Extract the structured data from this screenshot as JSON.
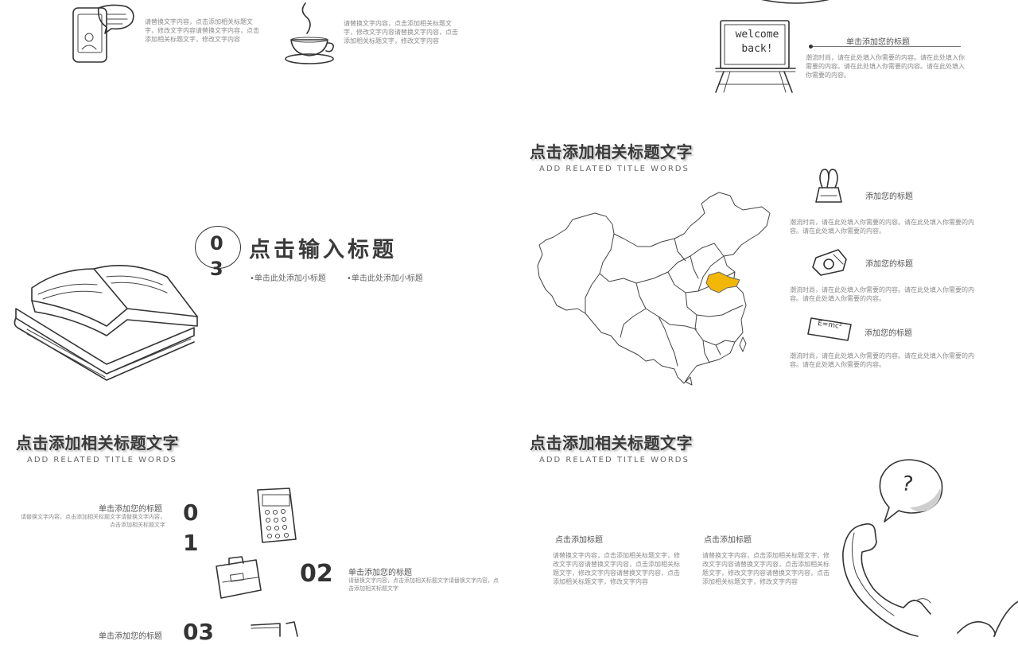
{
  "colors": {
    "accent": "#f2b705",
    "ink": "#333333",
    "text_gray": "#8a8a8a"
  },
  "panel_top_left": {
    "item1_text": "请替换文字内容，点击添加相关标题文字，修改文字内容请替换文字内容，点击添加相关标题文字，修改文字内容",
    "item2_text": "请替换文字内容，点击添加相关标题文字，修改文字内容请替换文字内容，点击添加相关标题文字，修改文字内容"
  },
  "panel_top_right": {
    "board_text": "welcome back!",
    "heading": "单击添加您的标题",
    "body": "潮流时尚，请在此处填入你需要的内容。请在此处填入你需要的内容。请在此处填入你需要的内容。请在此处填入你需要的内容。"
  },
  "section03": {
    "number": "03",
    "title": "点击输入标题",
    "sub1": "•单击此处添加小标题",
    "sub2": "•单击此处添加小标题"
  },
  "map_panel": {
    "title": "点击添加相关标题文字",
    "subtitle": "ADD RELATED TITLE WORDS",
    "items": [
      {
        "label": "添加您的标题",
        "body": "潮流时尚，请在此处填入你需要的内容。请在此处填入你需要的内容。请在此处填入你需要的内容。"
      },
      {
        "label": "添加您的标题",
        "body": "潮流时尚，请在此处填入你需要的内容。请在此处填入你需要的内容。请在此处填入你需要的内容。"
      },
      {
        "label": "添加您的标题",
        "body": "潮流时尚，请在此处填入你需要的内容。请在此处填入你需要的内容。请在此处填入你需要的内容。"
      }
    ],
    "equation": "E=mc²"
  },
  "list_panel": {
    "title": "点击添加相关标题文字",
    "subtitle": "ADD RELATED TITLE WORDS",
    "items": [
      {
        "num": "01",
        "label": "单击添加您的标题",
        "body": "请替换文字内容，点击添加相关标题文字请替换文字内容，点击添加相关标题文字"
      },
      {
        "num": "02",
        "label": "单击添加您的标题",
        "body": "请替换文字内容，点击添加相关标题文字请替换文字内容，点击添加相关标题文字"
      },
      {
        "num": "03",
        "label": "单击添加您的标题"
      }
    ]
  },
  "phone_panel": {
    "title": "点击添加相关标题文字",
    "subtitle": "ADD RELATED TITLE WORDS",
    "col1_label": "点击添加标题",
    "col1_body": "请替换文字内容，点击添加相关标题文字，修改文字内容请替换文字内容，点击添加相关标题文字，修改文字内容请替换文字内容，点击添加相关标题文字，修改文字内容",
    "col2_label": "点击添加标题",
    "col2_body": "请替换文字内容，点击添加相关标题文字，修改文字内容请替换文字内容，点击添加相关标题文字，修改文字内容请替换文字内容，点击添加相关标题文字，修改文字内容",
    "bubble_glyph": "?"
  }
}
